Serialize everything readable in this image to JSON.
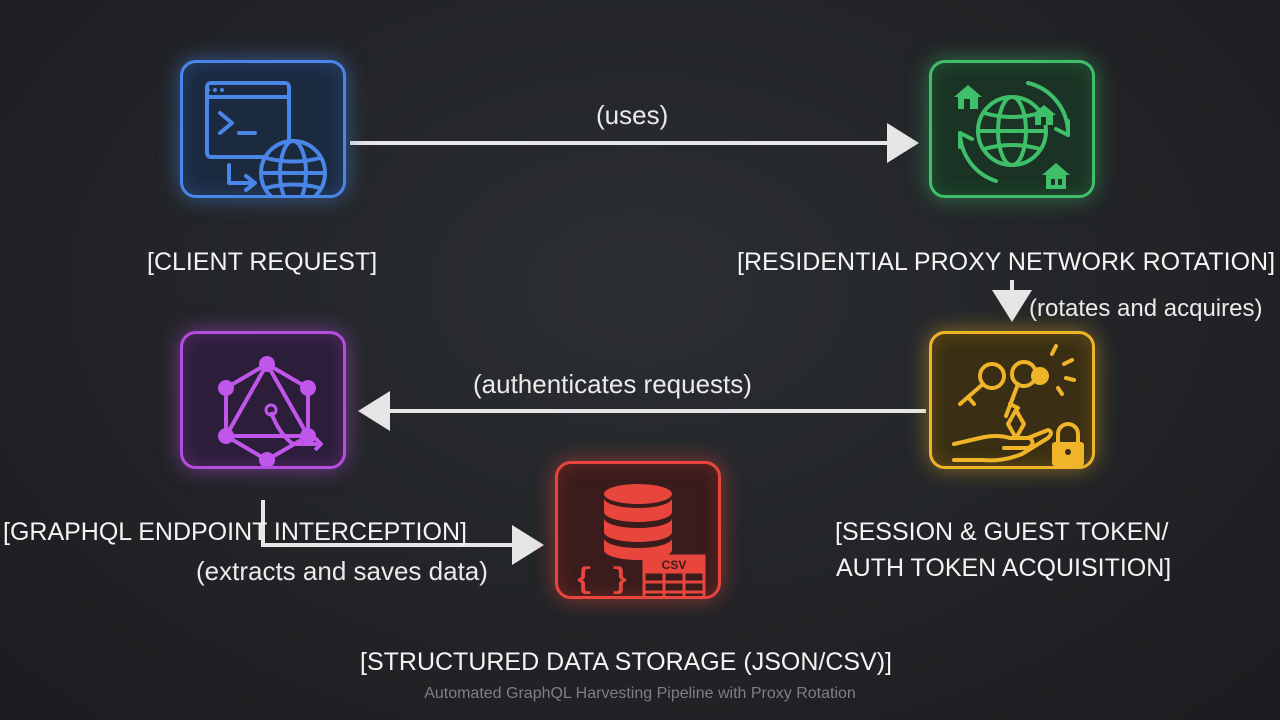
{
  "nodes": {
    "client": {
      "label": "[CLIENT REQUEST]",
      "color": "#4a86e8",
      "icon": "terminal-globe-icon"
    },
    "proxy": {
      "label": "[RESIDENTIAL PROXY NETWORK ROTATION]",
      "color": "#3fbf6a",
      "icon": "globe-houses-rotation-icon"
    },
    "session": {
      "label_line1": "[SESSION & GUEST TOKEN/",
      "label_line2": "AUTH TOKEN ACQUISITION]",
      "color": "#f0b428",
      "icon": "keys-hand-lock-icon"
    },
    "graphql": {
      "label": "[GRAPHQL ENDPOINT INTERCEPTION]",
      "color": "#b44de0",
      "icon": "graphql-logo-icon"
    },
    "storage": {
      "label": "[STRUCTURED DATA STORAGE (JSON/CSV)]",
      "color": "#e8453c",
      "icon": "database-csv-icon",
      "csv_text": "CSV",
      "braces_text": "{ }"
    }
  },
  "edges": {
    "client_to_proxy": "(uses)",
    "proxy_to_session": "(rotates and acquires)",
    "session_to_graphql": "(authenticates requests)",
    "graphql_to_storage": "(extracts and saves data)"
  },
  "caption": "Automated GraphQL Harvesting Pipeline with Proxy Rotation"
}
